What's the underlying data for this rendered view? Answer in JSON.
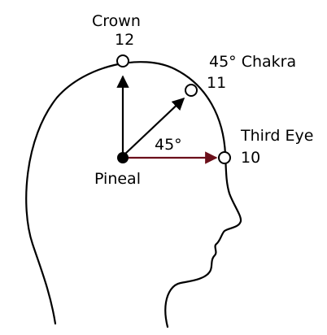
{
  "points": {
    "crown": {
      "name": "Crown",
      "number": "12"
    },
    "chakra45": {
      "name": "45° Chakra",
      "number": "11"
    },
    "third_eye": {
      "name": "Third Eye",
      "number": "10"
    },
    "pineal": {
      "name": "Pineal"
    }
  },
  "angle_label": "45°",
  "colors": {
    "outline": "#000000",
    "third_eye_arrow": "#6b0f1a",
    "background": "#ffffff"
  }
}
